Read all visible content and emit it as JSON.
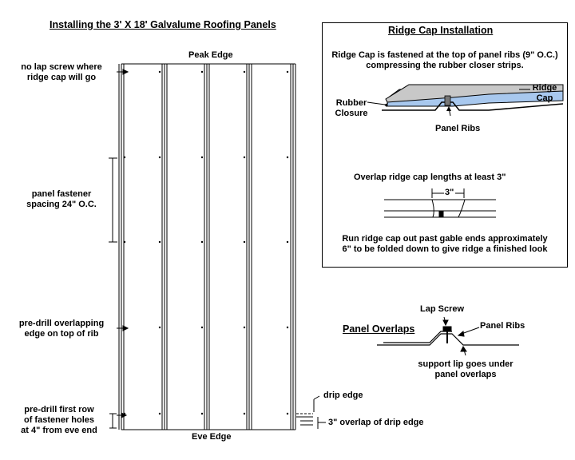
{
  "title": "Installing the 3' X 18' Galvalume Roofing Panels",
  "panels": {
    "peak_label": "Peak Edge",
    "eve_label": "Eve Edge",
    "notes": {
      "no_lap_screw": [
        "no lap screw where",
        "ridge cap will go"
      ],
      "fastener_spacing": [
        "panel fastener",
        "spacing 24\" O.C."
      ],
      "predrill_overlap": [
        "pre-drill overlapping",
        "edge on top of rib"
      ],
      "predrill_first_row": [
        "pre-drill first row",
        "of fastener holes",
        "at 4\" from eve end"
      ],
      "drip_edge": "drip edge",
      "drip_overlap": "3\" overlap of drip edge"
    }
  },
  "ridge_cap": {
    "title": "Ridge Cap Installation",
    "description": [
      "Ridge Cap is fastened at the top of panel ribs (9\" O.C.)",
      "compressing the rubber closer strips."
    ],
    "label_ridge_cap": [
      "Ridge",
      "Cap"
    ],
    "label_rubber_closure": [
      "Rubber",
      "Closure"
    ],
    "label_panel_ribs": "Panel Ribs",
    "overlap_text": "Overlap ridge cap lengths at least 3\"",
    "dimension": "3\"",
    "gable_text": [
      "Run ridge cap out past gable ends approximately",
      "6\" to be folded down to give ridge a finished look"
    ]
  },
  "panel_overlaps": {
    "title": "Panel Overlaps",
    "label_lap_screw": "Lap Screw",
    "label_panel_ribs": "Panel Ribs",
    "support_text": [
      "support lip goes under",
      "panel overlaps"
    ]
  },
  "colors": {
    "ridge_cap_fill": "#c8c8c8",
    "closure_fill": "#a8c8ee",
    "panel_fill": "#ffffff",
    "line": "#000000"
  }
}
